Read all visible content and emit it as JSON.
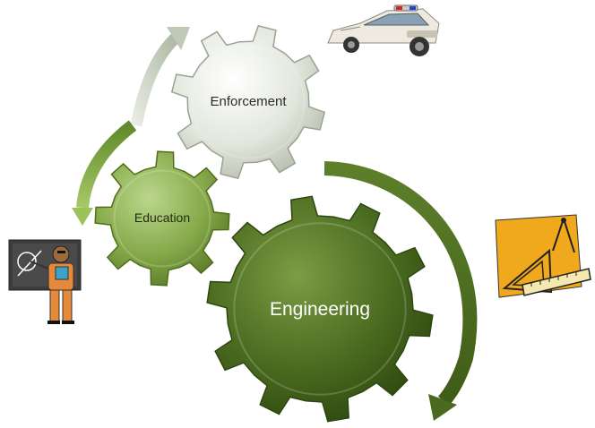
{
  "diagram": {
    "gears": [
      {
        "id": "enforcement",
        "label": "Enforcement"
      },
      {
        "id": "education",
        "label": "Education"
      },
      {
        "id": "engineering",
        "label": "Engineering"
      }
    ],
    "cycle_direction": "clockwise",
    "colors": {
      "enforcement_gear": "#dfe3d9",
      "education_gear": "#86a94a",
      "engineering_gear": "#4a6a1f",
      "arrow_light": "#c9d1bf",
      "arrow_mid": "#87ad3f",
      "arrow_dark": "#4e6f22",
      "clipart_orange": "#f0a81c",
      "teacher_shirt": "#e58a3a",
      "board": "#3c3c3c"
    },
    "icons": [
      "police-car-icon",
      "teacher-at-blackboard-icon",
      "drafting-tools-icon"
    ]
  }
}
